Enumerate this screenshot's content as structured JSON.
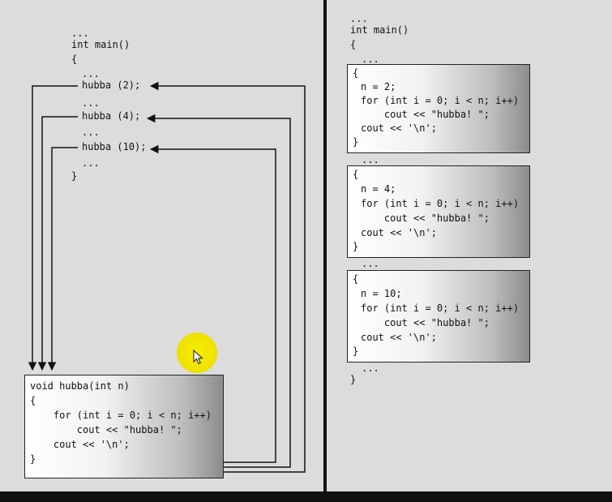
{
  "left_main": {
    "lines": [
      "...",
      "int main()",
      "{",
      "...",
      "hubba (2);",
      "...",
      "hubba (4);",
      "...",
      "hubba (10);",
      "...",
      "}"
    ]
  },
  "function_box": {
    "lines": [
      "void hubba(int n)",
      "{",
      "    for (int i = 0; i < n; i++)",
      "        cout << \"hubba! \";",
      "    cout << '\\n';",
      "}"
    ]
  },
  "right_main": {
    "header": [
      "...",
      "int main()",
      "{"
    ],
    "separators": [
      "...",
      "...",
      "...",
      "..."
    ],
    "closing": "}",
    "blocks": [
      {
        "lines": [
          "{",
          "n = 2;",
          "for (int i = 0; i < n; i++)",
          "    cout << \"hubba! \";",
          "cout << '\\n';",
          "}"
        ]
      },
      {
        "lines": [
          "{",
          "n = 4;",
          "for (int i = 0; i < n; i++)",
          "    cout << \"hubba! \";",
          "cout << '\\n';",
          "}"
        ]
      },
      {
        "lines": [
          "{",
          "n = 10;",
          "for (int i = 0; i < n; i++)",
          "    cout << \"hubba! \";",
          "cout << '\\n';",
          "}"
        ]
      }
    ]
  },
  "colors": {
    "background": "#dcdcdc",
    "divider": "#111111",
    "cursor_highlight": "#f0e200"
  }
}
